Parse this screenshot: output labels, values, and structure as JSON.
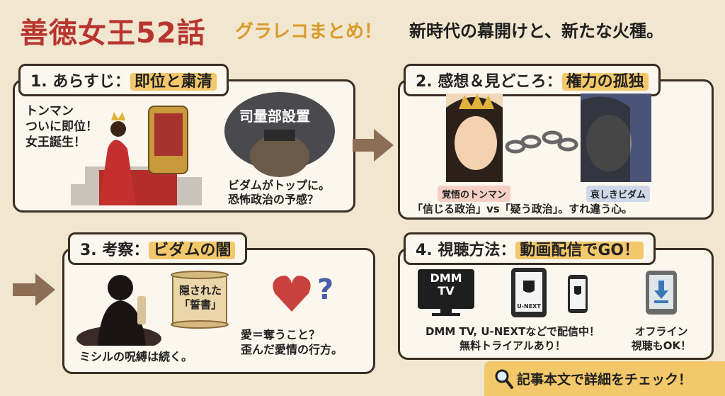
{
  "header": {
    "title": "善徳女王52話",
    "subtitle": "グラレコまとめ！",
    "tagline": "新時代の幕開けと、新たな火種。"
  },
  "panel1": {
    "tab_number": "1. あらすじ：",
    "tab_highlight": "即位と粛清",
    "text_left": [
      "トンマン",
      "ついに即位！",
      "女王誕生！"
    ],
    "bubble_label": "司量部設置",
    "text_right": [
      "ビダムがトップに。",
      "恐怖政治の予感？"
    ]
  },
  "panel2": {
    "tab_number": "2. 感想＆見どころ：",
    "tab_highlight": "権力の孤独",
    "label_left": "覚悟のトンマン",
    "label_right": "哀しきビダム",
    "caption": "「信じる政治」vs「疑う政治」。すれ違う心。"
  },
  "panel3": {
    "tab_number": "3. 考察：",
    "tab_highlight": "ビダムの闇",
    "scroll_text": [
      "隠された",
      "「誓書」"
    ],
    "caption_left": "ミシルの呪縛は続く。",
    "caption_right": [
      "愛＝奪うこと？",
      "歪んだ愛情の行方。"
    ]
  },
  "panel4": {
    "tab_number": "4. 視聴方法：",
    "tab_highlight": "動画配信でGO！",
    "tv_logo": [
      "DMM",
      "TV"
    ],
    "unext_label": "U-NEXT",
    "caption_left": [
      "DMM TV, U-NEXTなどで配信中！",
      "無料トライアルあり！"
    ],
    "caption_right": [
      "オフライン",
      "視聴もOK！"
    ]
  },
  "cta": {
    "label": "記事本文で詳細をチェック！",
    "icon": "magnifier-icon"
  },
  "colors": {
    "background": "#f1e6cf",
    "title_red": "#b8352f",
    "accent_gold": "#f3c86a",
    "border": "#3a2e22"
  }
}
